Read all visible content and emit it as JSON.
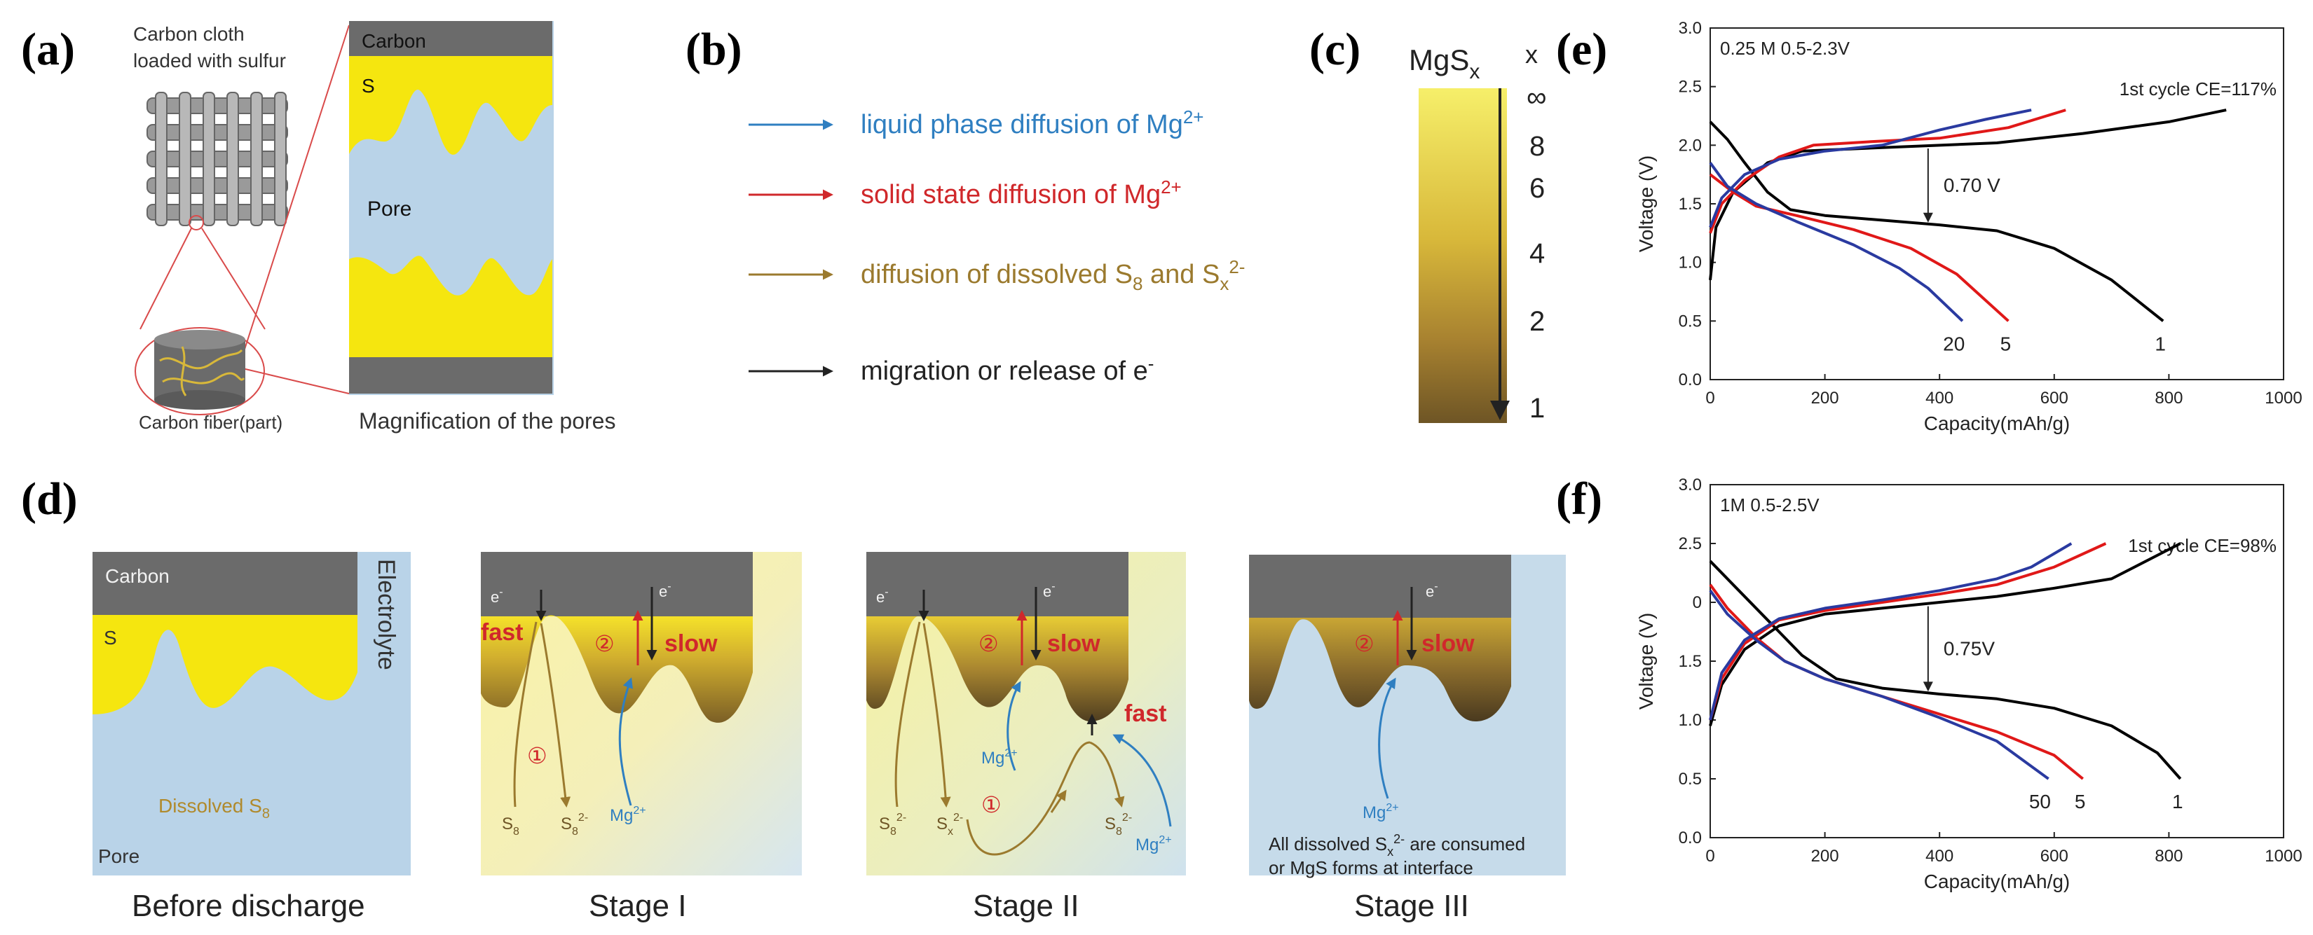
{
  "panel_labels": {
    "a": "(a)",
    "b": "(b)",
    "c": "(c)",
    "d": "(d)",
    "e": "(e)",
    "f": "(f)"
  },
  "panel_a": {
    "title": "Carbon cloth loaded with sulfur",
    "title_line1": "Carbon cloth",
    "title_line2": "loaded with sulfur",
    "fiber_label": "Carbon fiber(part)",
    "magnification_caption": "Magnification of the pores",
    "carbon": "Carbon",
    "s": "S",
    "pore": "Pore",
    "colors": {
      "carbon": "#6b6b6b",
      "sulfur": "#f5e60f",
      "pore": "#b9d3e8",
      "red": "#d94a4a"
    }
  },
  "panel_b": {
    "legend": [
      {
        "text": "liquid phase diffusion of Mg",
        "sup": "2+",
        "color": "#2f7fc1"
      },
      {
        "text": "solid state diffusion of Mg",
        "sup": "2+",
        "color": "#d0282b"
      },
      {
        "text": "diffusion of dissolved S",
        "sub": "8",
        "tail": " and S",
        "sub2": "x",
        "sup": "2-",
        "color": "#9b7a2e"
      },
      {
        "text": "migration or release of e",
        "sup": "-",
        "color": "#222222"
      }
    ]
  },
  "panel_c": {
    "label": "MgS",
    "label_sub": "x",
    "axis_label": "x",
    "ticks": [
      "∞",
      "8",
      "6",
      "4",
      "2",
      "1"
    ],
    "gradient": {
      "top": "#f6ef6a",
      "middle": "#c9a12a",
      "bottom": "#6e5525"
    }
  },
  "panel_d": {
    "stages": [
      {
        "caption": "Before discharge",
        "carbon": "Carbon",
        "s": "S",
        "electrolyte": "Electrolyte",
        "dissolved": "Dissolved S",
        "dissolved_sub": "8",
        "pore": "Pore"
      },
      {
        "caption": "Stage I",
        "e1": "e",
        "e1_sup": "-",
        "e2": "e",
        "e2_sup": "-",
        "fast": "fast",
        "slow": "slow",
        "circle2": "②",
        "circle1": "①",
        "s8": "S",
        "s8_sub": "8",
        "s82": "S",
        "s82_sub": "8",
        "s82_sup": "2-",
        "mg": "Mg",
        "mg_sup": "2+"
      },
      {
        "caption": "Stage II",
        "e1": "e",
        "e1_sup": "-",
        "e2": "e",
        "e2_sup": "-",
        "slow": "slow",
        "fast": "fast",
        "circle2": "②",
        "circle1": "①",
        "s82a": "S",
        "s82a_sub": "8",
        "s82a_sup": "2-",
        "sx2": "S",
        "sx2_sub": "x",
        "sx2_sup": "2-",
        "s82b": "S",
        "s82b_sub": "8",
        "s82b_sup": "2-",
        "mg1": "Mg",
        "mg1_sup": "2+",
        "mg2": "Mg",
        "mg2_sup": "2+"
      },
      {
        "caption": "Stage III",
        "e": "e",
        "e_sup": "-",
        "slow": "slow",
        "circle2": "②",
        "mg": "Mg",
        "mg_sup": "2+",
        "note_line1_a": "All dissolved S",
        "note_line1_sub": "x",
        "note_line1_sup": "2-",
        "note_line1_b": " are consumed",
        "note_line2": "or MgS forms at interface"
      }
    ]
  },
  "chart_data": [
    {
      "panel": "e",
      "type": "line",
      "title": "0.25 M 0.5-2.3V",
      "annotation": "1st cycle CE=117%",
      "polarization_label": "0.70 V",
      "xlabel": "Capacity(mAh/g)",
      "ylabel": "Voltage (V)",
      "xlim": [
        0,
        1000
      ],
      "ylim": [
        0.0,
        3.0
      ],
      "xticks": [
        0,
        200,
        400,
        600,
        800,
        1000
      ],
      "yticks": [
        "0.0",
        "0.5",
        "1.0",
        "1.5",
        "2.0",
        "2.5",
        "3.0"
      ],
      "series": [
        {
          "name": "1",
          "color": "#000000",
          "discharge": [
            [
              0,
              2.2
            ],
            [
              30,
              2.05
            ],
            [
              60,
              1.85
            ],
            [
              100,
              1.6
            ],
            [
              140,
              1.45
            ],
            [
              200,
              1.4
            ],
            [
              300,
              1.36
            ],
            [
              400,
              1.32
            ],
            [
              500,
              1.27
            ],
            [
              600,
              1.12
            ],
            [
              700,
              0.85
            ],
            [
              790,
              0.5
            ]
          ],
          "charge": [
            [
              0,
              0.85
            ],
            [
              10,
              1.3
            ],
            [
              40,
              1.6
            ],
            [
              100,
              1.85
            ],
            [
              160,
              1.95
            ],
            [
              300,
              1.98
            ],
            [
              500,
              2.02
            ],
            [
              650,
              2.1
            ],
            [
              800,
              2.2
            ],
            [
              900,
              2.3
            ]
          ]
        },
        {
          "name": "5",
          "color": "#e01818",
          "discharge": [
            [
              0,
              1.75
            ],
            [
              40,
              1.6
            ],
            [
              80,
              1.48
            ],
            [
              150,
              1.4
            ],
            [
              250,
              1.28
            ],
            [
              350,
              1.12
            ],
            [
              430,
              0.9
            ],
            [
              520,
              0.5
            ]
          ],
          "charge": [
            [
              0,
              1.25
            ],
            [
              20,
              1.5
            ],
            [
              60,
              1.7
            ],
            [
              120,
              1.9
            ],
            [
              180,
              2.0
            ],
            [
              280,
              2.03
            ],
            [
              400,
              2.06
            ],
            [
              520,
              2.15
            ],
            [
              620,
              2.3
            ]
          ]
        },
        {
          "name": "20",
          "color": "#2a3aa0",
          "discharge": [
            [
              0,
              1.85
            ],
            [
              30,
              1.65
            ],
            [
              80,
              1.5
            ],
            [
              150,
              1.35
            ],
            [
              250,
              1.15
            ],
            [
              330,
              0.95
            ],
            [
              380,
              0.78
            ],
            [
              440,
              0.5
            ]
          ],
          "charge": [
            [
              0,
              1.3
            ],
            [
              20,
              1.55
            ],
            [
              60,
              1.75
            ],
            [
              120,
              1.88
            ],
            [
              200,
              1.95
            ],
            [
              300,
              2.0
            ],
            [
              400,
              2.13
            ],
            [
              480,
              2.22
            ],
            [
              560,
              2.3
            ]
          ]
        }
      ],
      "curve_labels": [
        {
          "text": "20",
          "x": 430
        },
        {
          "text": "5",
          "x": 520
        },
        {
          "text": "1",
          "x": 790
        }
      ]
    },
    {
      "panel": "f",
      "type": "line",
      "title": "1M 0.5-2.5V",
      "annotation": "1st cycle CE=98%",
      "polarization_label": "0.75V",
      "xlabel": "Capacity(mAh/g)",
      "ylabel": "Voltage (V)",
      "xlim": [
        0,
        1000
      ],
      "ylim": [
        0.0,
        3.0
      ],
      "xticks": [
        0,
        200,
        400,
        600,
        800,
        1000
      ],
      "yticks": [
        "0.0",
        "0.5",
        "1.0",
        "1.5",
        "0",
        "2.5",
        "3.0"
      ],
      "series": [
        {
          "name": "1",
          "color": "#000000",
          "discharge": [
            [
              0,
              2.35
            ],
            [
              40,
              2.15
            ],
            [
              100,
              1.85
            ],
            [
              160,
              1.55
            ],
            [
              220,
              1.35
            ],
            [
              300,
              1.27
            ],
            [
              400,
              1.22
            ],
            [
              500,
              1.18
            ],
            [
              600,
              1.1
            ],
            [
              700,
              0.95
            ],
            [
              780,
              0.72
            ],
            [
              820,
              0.5
            ]
          ],
          "charge": [
            [
              0,
              0.95
            ],
            [
              20,
              1.3
            ],
            [
              60,
              1.6
            ],
            [
              120,
              1.8
            ],
            [
              200,
              1.9
            ],
            [
              300,
              1.95
            ],
            [
              400,
              2.0
            ],
            [
              500,
              2.05
            ],
            [
              600,
              2.12
            ],
            [
              700,
              2.2
            ],
            [
              820,
              2.5
            ]
          ]
        },
        {
          "name": "5",
          "color": "#e01818",
          "discharge": [
            [
              0,
              2.15
            ],
            [
              30,
              1.95
            ],
            [
              80,
              1.7
            ],
            [
              130,
              1.5
            ],
            [
              200,
              1.35
            ],
            [
              300,
              1.2
            ],
            [
              400,
              1.05
            ],
            [
              500,
              0.9
            ],
            [
              600,
              0.7
            ],
            [
              650,
              0.5
            ]
          ],
          "charge": [
            [
              0,
              1.0
            ],
            [
              20,
              1.35
            ],
            [
              60,
              1.65
            ],
            [
              120,
              1.85
            ],
            [
              200,
              1.93
            ],
            [
              300,
              2.0
            ],
            [
              400,
              2.07
            ],
            [
              500,
              2.15
            ],
            [
              600,
              2.3
            ],
            [
              690,
              2.5
            ]
          ]
        },
        {
          "name": "50",
          "color": "#2a3aa0",
          "discharge": [
            [
              0,
              2.1
            ],
            [
              30,
              1.9
            ],
            [
              80,
              1.68
            ],
            [
              130,
              1.5
            ],
            [
              200,
              1.35
            ],
            [
              300,
              1.2
            ],
            [
              400,
              1.02
            ],
            [
              500,
              0.82
            ],
            [
              590,
              0.5
            ]
          ],
          "charge": [
            [
              0,
              1.0
            ],
            [
              20,
              1.4
            ],
            [
              60,
              1.68
            ],
            [
              120,
              1.86
            ],
            [
              200,
              1.95
            ],
            [
              300,
              2.02
            ],
            [
              400,
              2.1
            ],
            [
              500,
              2.2
            ],
            [
              560,
              2.3
            ],
            [
              630,
              2.5
            ]
          ]
        }
      ],
      "curve_labels": [
        {
          "text": "50",
          "x": 580
        },
        {
          "text": "5",
          "x": 650
        },
        {
          "text": "1",
          "x": 820
        }
      ]
    }
  ]
}
